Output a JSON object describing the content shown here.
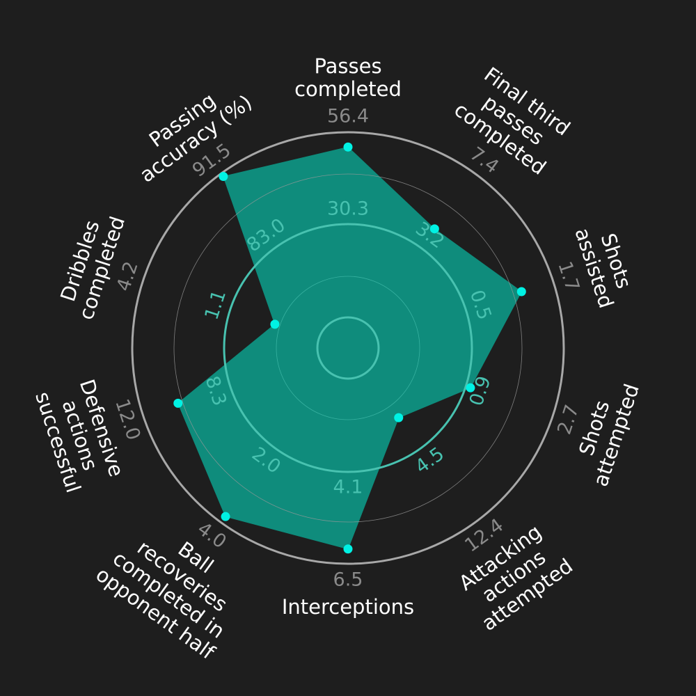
{
  "chart_data": {
    "type": "radar",
    "colors": {
      "background": "#1e1e1e",
      "fill": "#0f8c7c",
      "point": "#00f2e4",
      "outer_ring": "#a8a8a8",
      "inner_ring": "#48c2b0",
      "label": "#ffffff",
      "outer_tick": "#8a8a8a",
      "inner_tick": "#48c2b0"
    },
    "params": [
      {
        "lines": [
          "Passes",
          "completed"
        ],
        "outer_tick": "56.4",
        "inner_tick": "30.3",
        "value": 0.92
      },
      {
        "lines": [
          "Final third",
          "passes",
          "completed"
        ],
        "outer_tick": "7.4",
        "inner_tick": "3.2",
        "value": 0.63
      },
      {
        "lines": [
          "Shots",
          "assisted"
        ],
        "outer_tick": "1.7",
        "inner_tick": "0.5",
        "value": 0.82
      },
      {
        "lines": [
          "Shots",
          "attempted"
        ],
        "outer_tick": "2.7",
        "inner_tick": "0.9",
        "value": 0.53
      },
      {
        "lines": [
          "Attacking",
          "actions",
          "attempted"
        ],
        "outer_tick": "12.4",
        "inner_tick": "4.5",
        "value": 0.3
      },
      {
        "lines": [
          "Interceptions"
        ],
        "outer_tick": "6.5",
        "inner_tick": "4.1",
        "value": 0.92
      },
      {
        "lines": [
          "Ball",
          "recoveries",
          "completed in",
          "opponent half"
        ],
        "outer_tick": "4.0",
        "inner_tick": "2.0",
        "value": 0.96
      },
      {
        "lines": [
          "Defensive",
          "actions",
          "successful"
        ],
        "outer_tick": "12.0",
        "inner_tick": "8.3",
        "value": 0.8
      },
      {
        "lines": [
          "Dribbles",
          "completed"
        ],
        "outer_tick": "4.2",
        "inner_tick": "1.1",
        "value": 0.25
      },
      {
        "lines": [
          "Passing",
          "accuracy (%)"
        ],
        "outer_tick": "91.5",
        "inner_tick": "83.0",
        "value": 0.98
      }
    ]
  }
}
